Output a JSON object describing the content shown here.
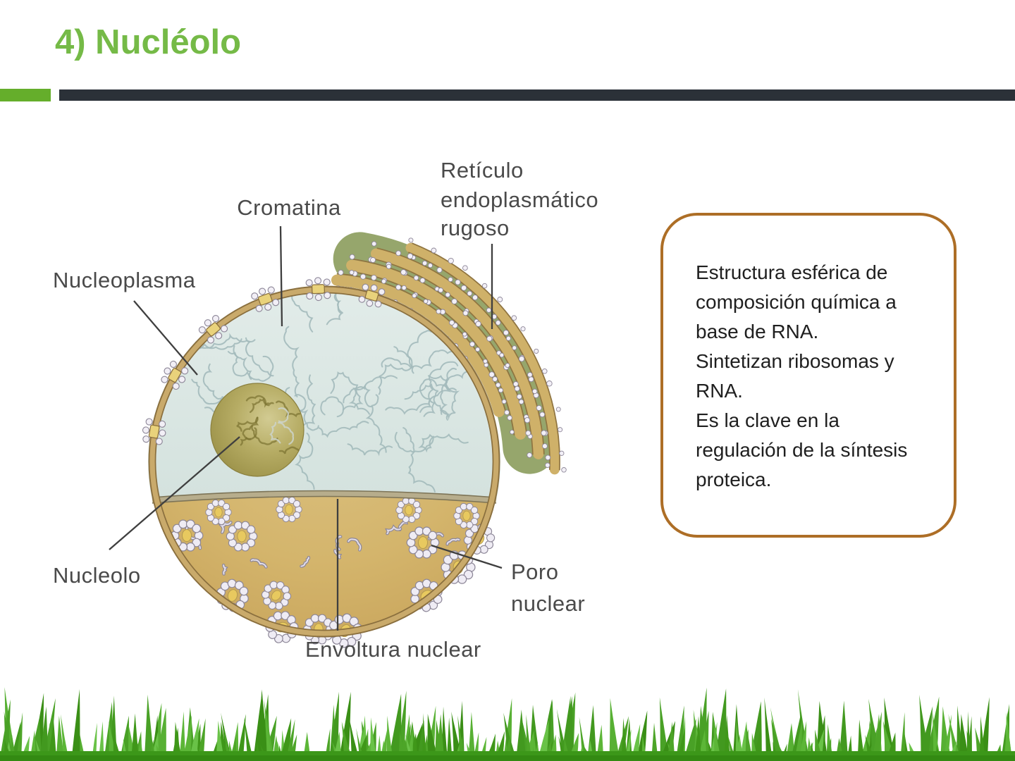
{
  "slide": {
    "title": "4) Nucléolo",
    "title_color": "#75ba47",
    "bar_green_color": "#65ae2b",
    "bar_dark_color": "#2b3138"
  },
  "diagram": {
    "labels": {
      "cromatina": "Cromatina",
      "nucleoplasma": "Nucleoplasma",
      "nucleolo": "Nucleolo",
      "reticulo_line1": "Retículo",
      "reticulo_line2": "endoplasmático",
      "reticulo_line3": "rugoso",
      "poro_line1": "Poro",
      "poro_line2": "nuclear",
      "envoltura": "Envoltura nuclear"
    }
  },
  "textbox": {
    "border_color": "#ad6e26",
    "lines": [
      "Estructura esférica de",
      "composición química a",
      "base de RNA.",
      "Sintetizan ribosomas y",
      "RNA.",
      "Es la clave en la",
      "regulación de la síntesis",
      "proteica."
    ]
  }
}
